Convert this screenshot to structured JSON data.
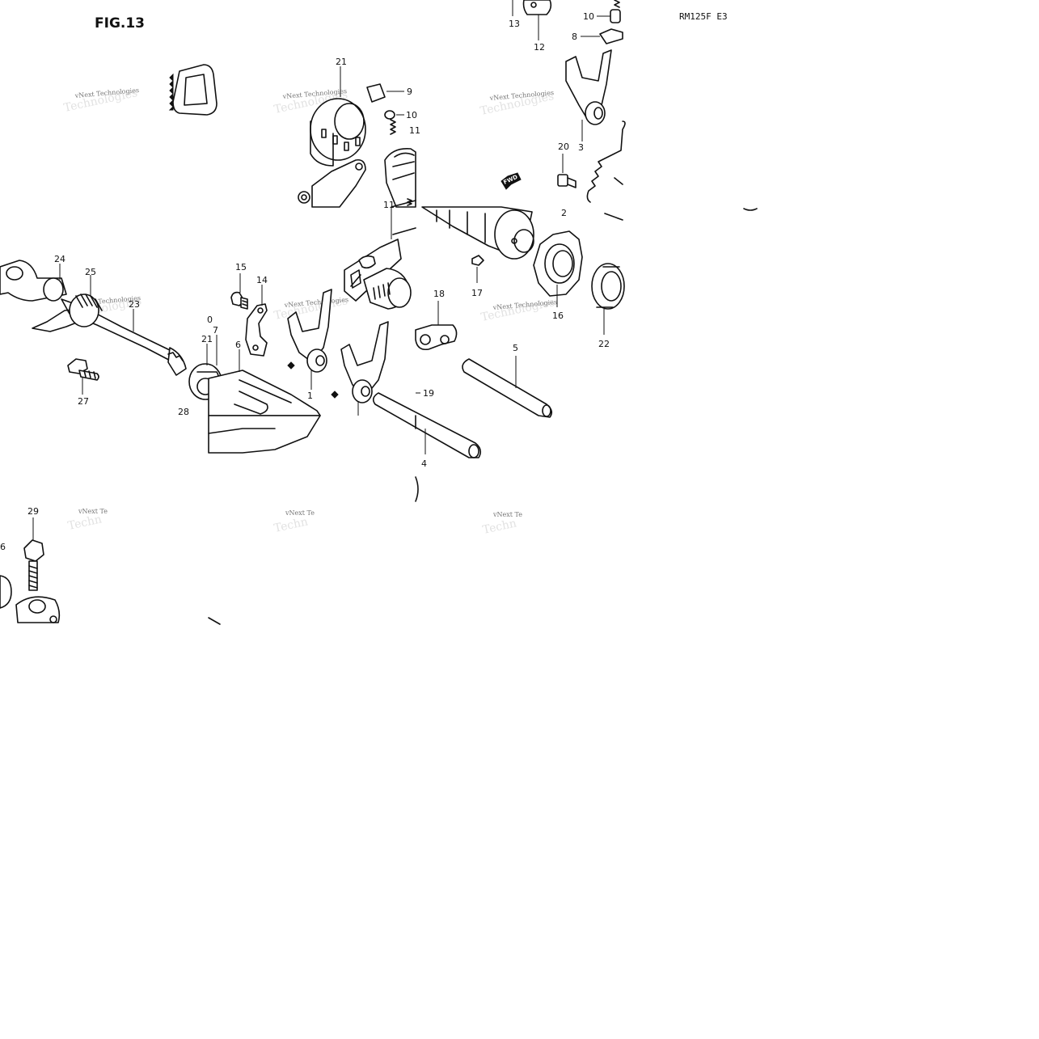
{
  "figure_title": "FIG.13",
  "model_code": "RM125F E3",
  "watermark": {
    "line1": "vNext Technologies",
    "line2": "Technologies",
    "clipped": [
      "vNext Te",
      "vNext Te",
      "vNext Te"
    ],
    "clipped2": [
      "Techn",
      "Techn",
      "Techn"
    ]
  },
  "callouts": {
    "c1": "1",
    "c2": "2",
    "c3": "3",
    "c4": "4",
    "c5": "5",
    "c6": "6",
    "c6b": "6",
    "c7": "7",
    "c8": "8",
    "c9": "9",
    "c10a": "10",
    "c10b": "10",
    "c11a": "11",
    "c11b": "11",
    "c12": "12",
    "c13": "13",
    "c14": "14",
    "c15": "15",
    "c16": "16",
    "c17": "17",
    "c18": "18",
    "c19": "19",
    "c20": "20",
    "c21a": "21",
    "c21b": "21",
    "c22": "22",
    "c23": "23",
    "c24": "24",
    "c25": "25",
    "c27": "27",
    "c28": "28",
    "c29": "29",
    "c30": "0",
    "fwd": "FWD"
  },
  "colors": {
    "ink": "#111111",
    "background": "#ffffff",
    "watermark": "#777777"
  }
}
